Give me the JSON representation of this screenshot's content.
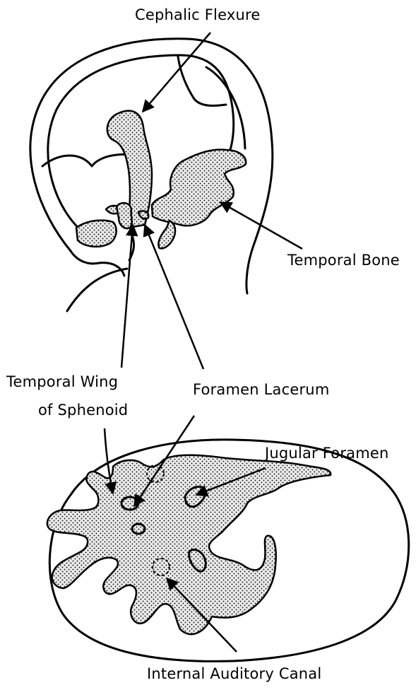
{
  "labels": {
    "cephalic_flexure": "Cephalic Flexure",
    "temporal_bone": "Temporal Bone",
    "temporal_wing_line1": "Temporal Wing",
    "temporal_wing_line2": "of Sphenoid",
    "foramen_lacerum": "Foramen Lacerum",
    "jugular_foramen": "Jugular Foramen",
    "internal_auditory_canal": "Internal Auditory Canal"
  }
}
